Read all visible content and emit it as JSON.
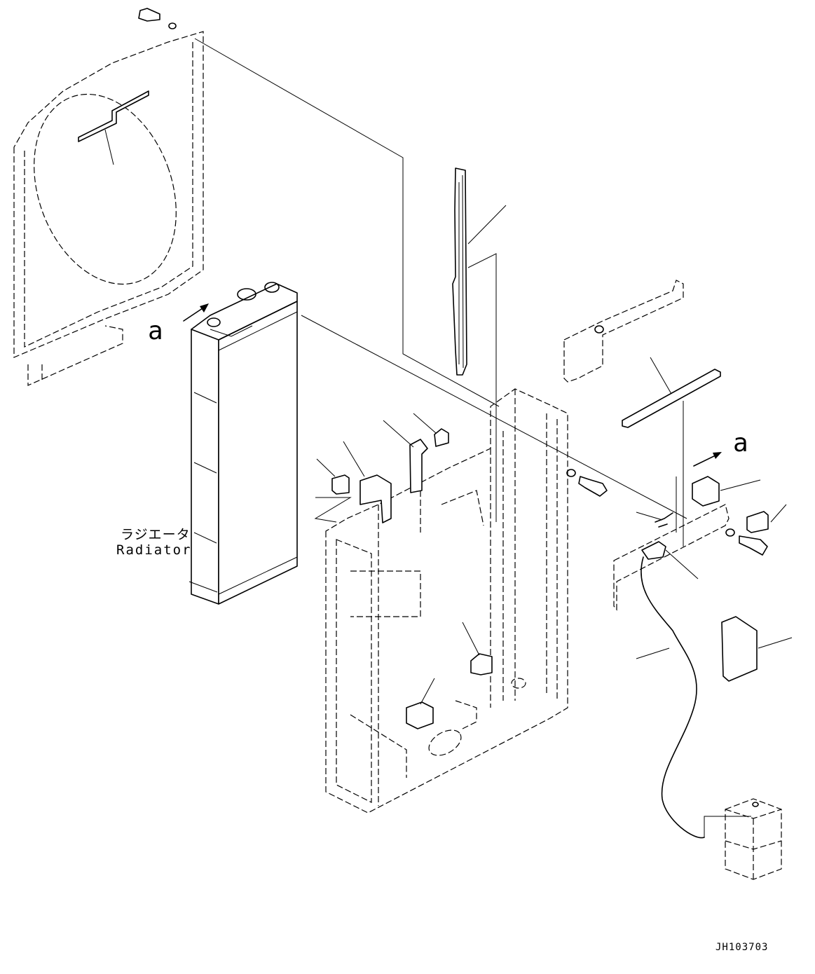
{
  "callouts": {
    "view_a_left": "a",
    "view_a_right": "a"
  },
  "radiator_label": {
    "jp": "ラジエータ",
    "en": "Radiator"
  },
  "drawing_number": "JH103703"
}
